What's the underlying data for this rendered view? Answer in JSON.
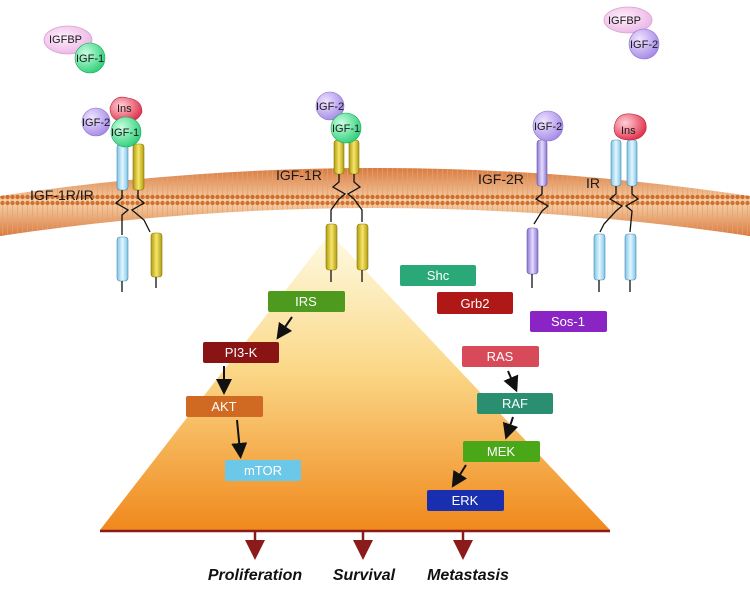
{
  "receptors": {
    "igf1r_ir": "IGF-1R/IR",
    "igf1r": "IGF-1R",
    "igf2r": "IGF-2R",
    "ir": "IR"
  },
  "ligands": {
    "igfbp_left": "IGFBP",
    "igf1_free": "IGF-1",
    "igfbp_right": "IGFBP",
    "igf2_free": "IGF-2",
    "ins_hybrid": "Ins",
    "igf2_hybrid": "IGF-2",
    "igf1_hybrid": "IGF-1",
    "igf2_igf1r": "IGF-2",
    "igf1_igf1r": "IGF-1",
    "igf2_igf2r": "IGF-2",
    "ins_ir": "Ins"
  },
  "pathway_nodes": {
    "shc": "Shc",
    "grb2": "Grb2",
    "sos1": "Sos-1",
    "irs": "IRS",
    "pi3k": "PI3-K",
    "akt": "AKT",
    "mtor": "mTOR",
    "ras": "RAS",
    "raf": "RAF",
    "mek": "MEK",
    "erk": "ERK"
  },
  "outcomes": {
    "proliferation": "Proliferation",
    "survival": "Survival",
    "metastasis": "Metastasis"
  },
  "colors": {
    "membrane": "#e0a070",
    "pyramid_top": "#fdf6c8",
    "pyramid_bottom": "#f08a1e",
    "baseline": "#8b1a1a",
    "shc": "#2aa878",
    "grb2": "#b01818",
    "sos1": "#8a24c4",
    "irs": "#4e9a1e",
    "pi3k": "#8a1414",
    "akt": "#d06a22",
    "mtor": "#6cc8e8",
    "ras": "#d84a5a",
    "raf": "#2a8f70",
    "mek": "#4aa818",
    "erk": "#1a2fb0"
  }
}
